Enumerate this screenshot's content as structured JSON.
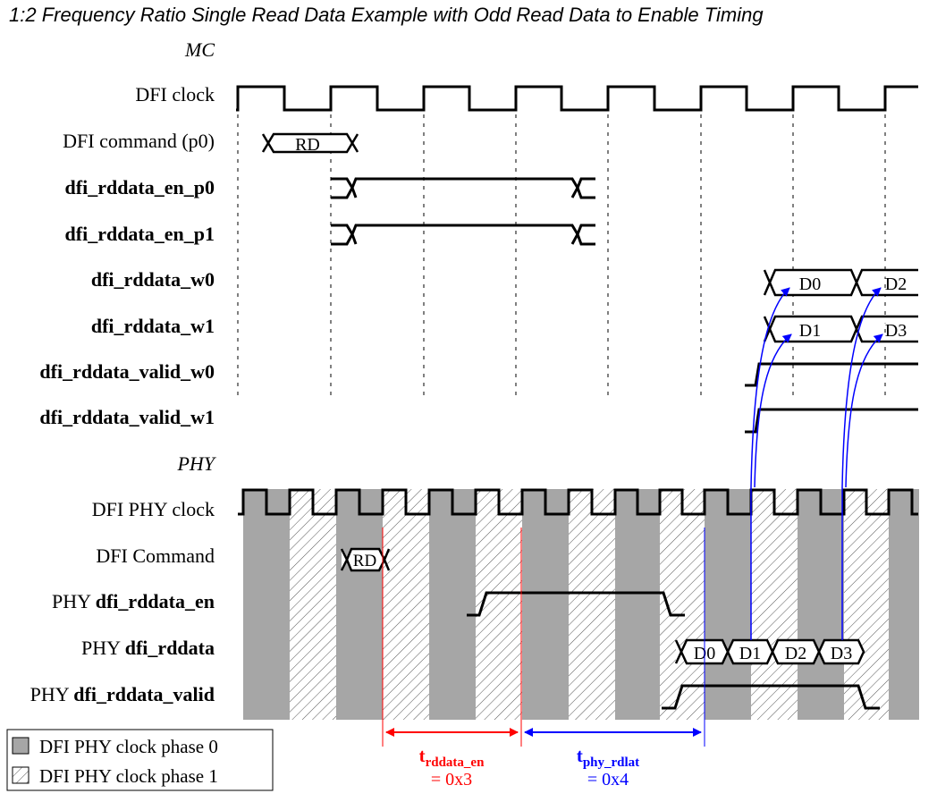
{
  "title": "1:2 Frequency Ratio Single Read Data Example with Odd Read Data to Enable Timing",
  "sections": {
    "mc": "MC",
    "phy": "PHY"
  },
  "signals": {
    "dfi_clock": "DFI clock",
    "dfi_command_p0": "DFI command (p0)",
    "rddata_en_p0": "dfi_rddata_en_p0",
    "rddata_en_p1": "dfi_rddata_en_p1",
    "rddata_w0": "dfi_rddata_w0",
    "rddata_w1": "dfi_rddata_w1",
    "rddata_valid_w0": "dfi_rddata_valid_w0",
    "rddata_valid_w1": "dfi_rddata_valid_w1",
    "phy_clock": "DFI PHY clock",
    "phy_command": "DFI Command",
    "phy_rddata_en": {
      "prefix": "PHY ",
      "name": "dfi_rddata_en"
    },
    "phy_rddata": {
      "prefix": "PHY ",
      "name": "dfi_rddata"
    },
    "phy_rddata_valid": {
      "prefix": "PHY ",
      "name": "dfi_rddata_valid"
    }
  },
  "bus_labels": {
    "mc_command": "RD",
    "phy_command": "RD",
    "w0": [
      "D0",
      "D2"
    ],
    "w1": [
      "D1",
      "D3"
    ],
    "phy_data": [
      "D0",
      "D1",
      "D2",
      "D3"
    ]
  },
  "legend": {
    "phase0": "DFI PHY clock phase 0",
    "phase1": "DFI PHY clock phase 1"
  },
  "timing": {
    "rddata_en": {
      "t": "t",
      "sub": "rddata_en",
      "value": "= 0x3",
      "color": "#ff0000"
    },
    "phy_rdlat": {
      "t": "t",
      "sub": "phy_rdlat",
      "value": "= 0x4",
      "color": "#0000ff"
    }
  },
  "colors": {
    "line": "#000000",
    "phase0_fill": "#a6a6a6",
    "hatch": "#555555",
    "arrow_blue": "#0000ff",
    "arrow_red": "#ff0000"
  }
}
